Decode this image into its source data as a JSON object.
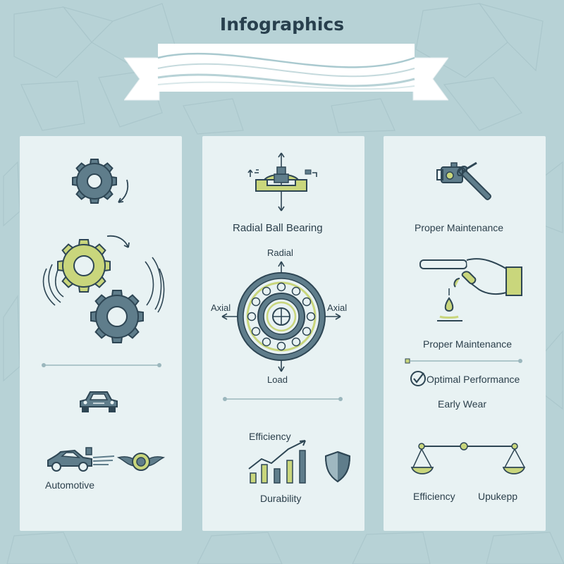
{
  "title": "Infographics",
  "colors": {
    "slate": "#5f7d8b",
    "lime": "#c9d67c",
    "dark": "#2e4654",
    "bg": "#b7d2d6",
    "panel": "#e8f2f3"
  },
  "left_panel": {
    "automotive_label": "Automotive",
    "icons": [
      "gear-icon",
      "meshing-gears-icon",
      "car-icon",
      "car-exhaust-icon",
      "winged-emblem-icon"
    ]
  },
  "middle_panel": {
    "bearing_title": "Radial Ball Bearing",
    "radial_label": "Radial",
    "axial_left_label": "Axial",
    "axial_right_label": "Axial",
    "load_label": "Load",
    "efficiency_label": "Efficiency",
    "durability_label": "Durability",
    "icons": [
      "bearing-cross-section-icon",
      "ball-bearing-icon",
      "bar-chart-growth-icon",
      "shield-icon"
    ]
  },
  "right_panel": {
    "maintenance_label_1": "Proper Maintenance",
    "maintenance_label_2": "Proper Maintenance",
    "optimal_performance_label": "Optimal Performance",
    "early_wear_label": "Early Wear",
    "efficiency_label": "Efficiency",
    "upkeep_label": "Upukepp",
    "icons": [
      "oil-can-wrench-icon",
      "hand-oil-drop-icon",
      "checkmark-icon",
      "balance-scale-icon"
    ]
  }
}
